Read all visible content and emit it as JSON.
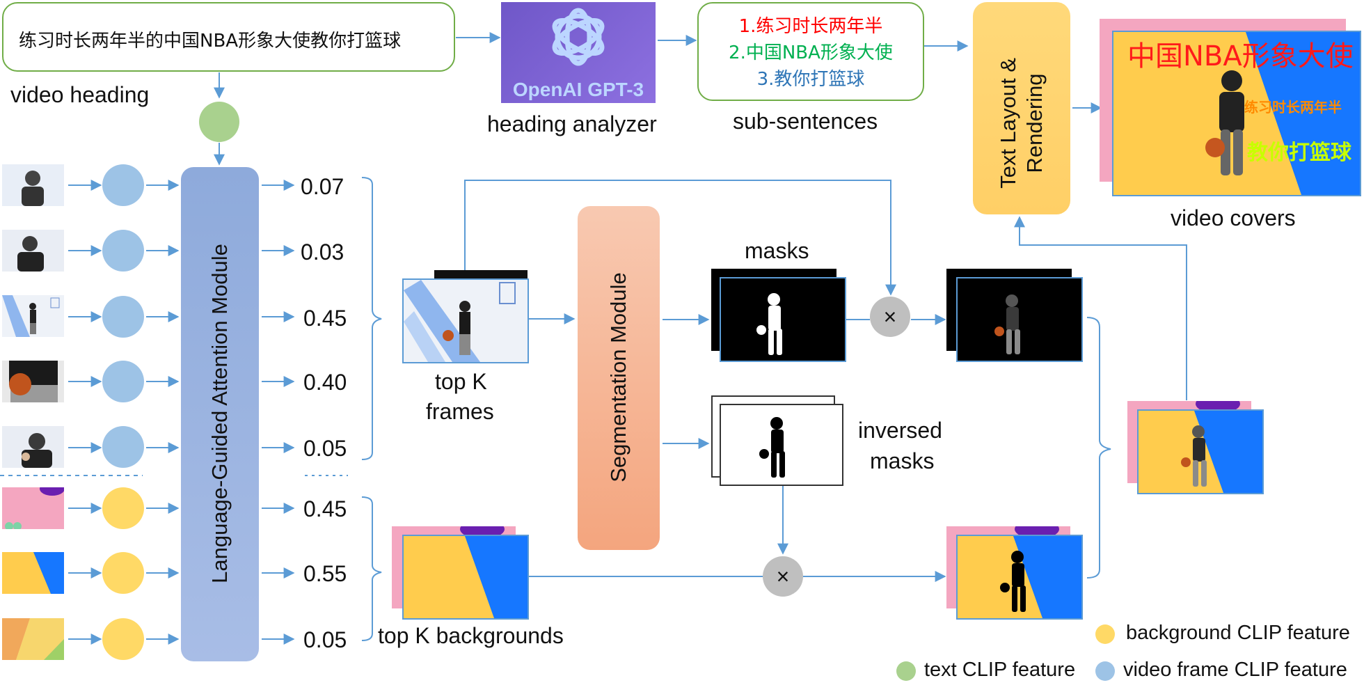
{
  "heading": {
    "text": "练习时长两年半的中国NBA形象大使教你打篮球",
    "label": "video heading"
  },
  "analyzer": {
    "logo_text": "OpenAI GPT-3",
    "label": "heading analyzer"
  },
  "subs": {
    "items": [
      "1.练习时长两年半",
      "2.中国NBA形象大使",
      "3.教你打篮球"
    ],
    "colors": [
      "#ff0000",
      "#00b050",
      "#2e75b6"
    ],
    "label": "sub-sentences"
  },
  "render": {
    "title": "Text Layout & Rendering"
  },
  "cover": {
    "big": "中国NBA形象大使",
    "mid": "练习时长两年半",
    "small": "教你打篮球",
    "label": "video covers"
  },
  "attention": {
    "title": "Language-Guided Attention Module"
  },
  "frame_scores": [
    "0.07",
    "0.03",
    "0.45",
    "0.40",
    "0.05"
  ],
  "bg_scores": [
    "0.45",
    "0.55",
    "0.05"
  ],
  "topk": {
    "label_line1": "top K",
    "label_line2": "frames",
    "bg_label": "top K backgrounds"
  },
  "segmentation": {
    "title": "Segmentation Module"
  },
  "masks": {
    "label": "masks",
    "inv_line1": "inversed",
    "inv_line2": "masks"
  },
  "legend": {
    "background": "background CLIP feature",
    "text": "text CLIP feature",
    "video": "video frame CLIP feature"
  },
  "colors": {
    "green_feature": "#a9d18e",
    "blue_feature": "#9dc3e6",
    "yellow_feature": "#ffd966",
    "arrow": "#5b9bd5",
    "cover_yellow": "#ffcc4d",
    "cover_blue": "#1677ff",
    "cover_pink": "#f4a6c0"
  },
  "multiply": "×"
}
